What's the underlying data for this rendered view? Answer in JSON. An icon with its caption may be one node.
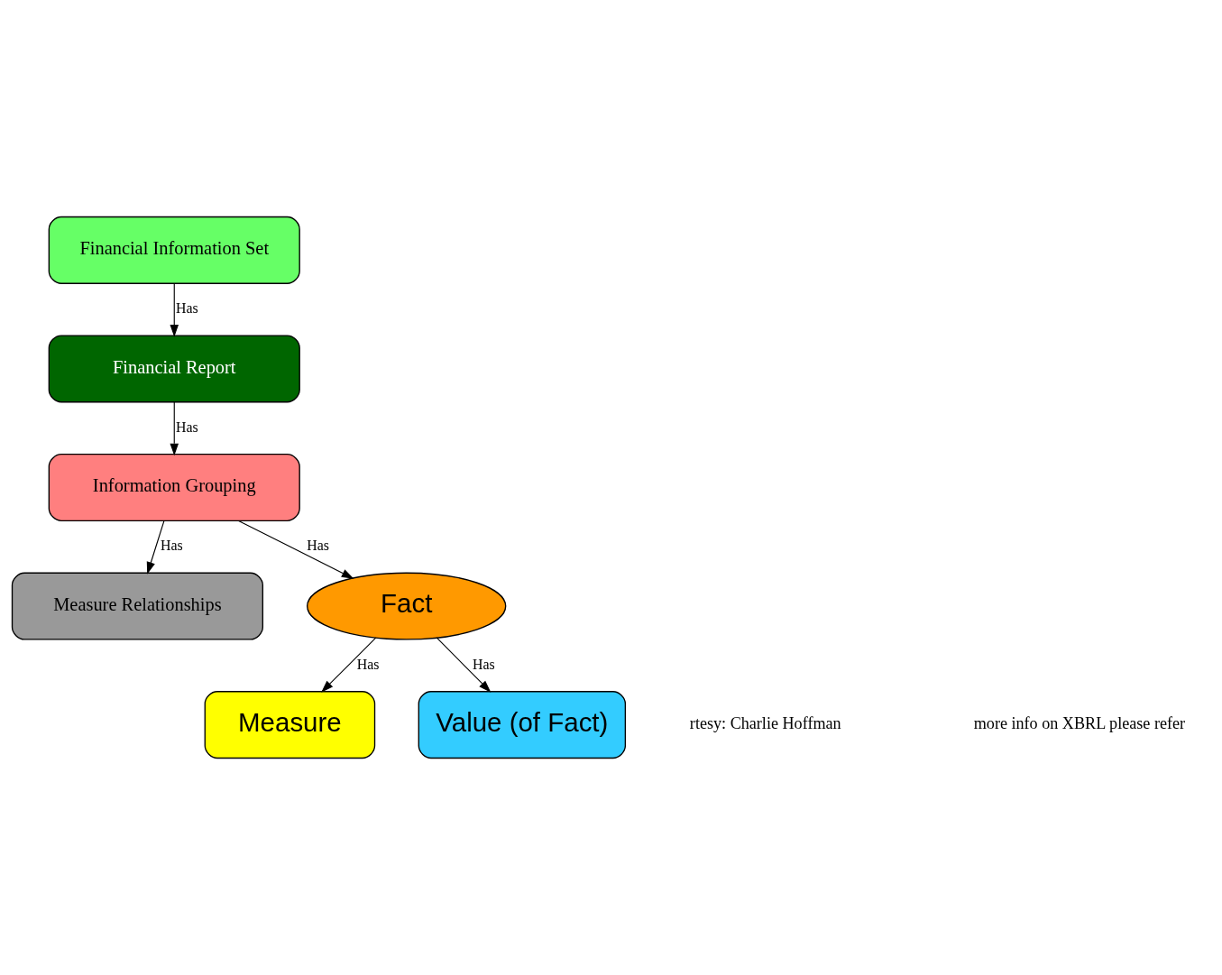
{
  "diagram": {
    "nodes": [
      {
        "text": [
          "Financial Information Set"
        ]
      },
      {
        "text": [
          "Financial Report"
        ]
      },
      {
        "text": [
          "Information Grouping"
        ]
      },
      {
        "text": [
          "Measure Relationships"
        ]
      },
      {
        "text": [
          "Fact"
        ]
      },
      {
        "text": [
          "Measure"
        ]
      },
      {
        "text": [
          "Value (of Fact)"
        ]
      }
    ],
    "edges": [
      {
        "from": 0,
        "to": 1,
        "arrow": "to",
        "label": "Has"
      },
      {
        "from": 1,
        "to": 2,
        "arrow": "to",
        "label": "Has"
      },
      {
        "from": 2,
        "to": 3,
        "arrow": "to",
        "label": "Has"
      },
      {
        "from": 2,
        "to": 4,
        "arrow": "to",
        "label": "Has"
      },
      {
        "from": 4,
        "to": 5,
        "arrow": "to",
        "label": "Has"
      },
      {
        "from": 4,
        "to": 6,
        "arrow": "to",
        "label": "Has"
      }
    ],
    "labels": [
      "rtesy: Charlie Hoffman",
      "more info on XBRL please refer"
    ]
  }
}
